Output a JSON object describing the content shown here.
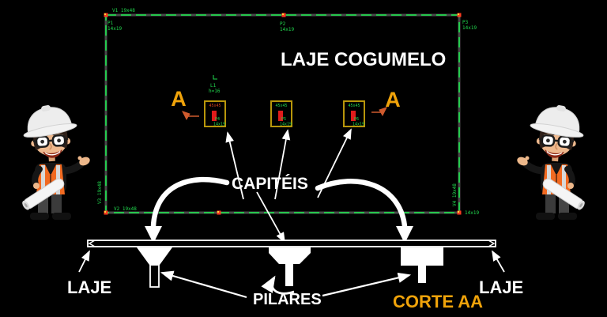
{
  "scene": {
    "title": "LAJE COGUMELO"
  },
  "plan": {
    "beam_top": "V1 19x48",
    "beam_bottom": "V2 19x48",
    "beam_left": "V3 19x48",
    "beam_right": "V4 19x48",
    "p1": "P1",
    "p1_dim": "14x19",
    "p2": "P2",
    "p2_dim": "14x19",
    "p3": "P3",
    "p3_dim": "14x19",
    "corner_br_dim": "14x19",
    "note_l1": "L1",
    "note_h": "h=16",
    "cut_left": "A",
    "cut_right": "A",
    "capitals": [
      {
        "size": "45x45",
        "name": "P4",
        "dim": "14x19",
        "size_color": "#d4421e"
      },
      {
        "size": "45x45",
        "name": "P5",
        "dim": "14x19",
        "size_color": "#21d94e"
      },
      {
        "size": "45x45",
        "name": "P6",
        "dim": "14x19",
        "size_color": "#21d94e"
      }
    ]
  },
  "labels": {
    "capitals_label": "CAPITÉIS",
    "columns_label": "PILARES",
    "slab_label_left": "LAJE",
    "slab_label_right": "LAJE",
    "section_label": "CORTE AA"
  },
  "colors": {
    "background": "#000000",
    "cad_green": "#21d94e",
    "cad_gray_underlay": "#4a4a4a",
    "capital_outline": "#b8960b",
    "column_red": "#e01b1b",
    "marker_red": "#ff3b1f",
    "marker_yellow": "#ffd23c",
    "accent_gold": "#f0a30a",
    "cut_marker_orange": "#cf5b2e",
    "white": "#ffffff"
  }
}
